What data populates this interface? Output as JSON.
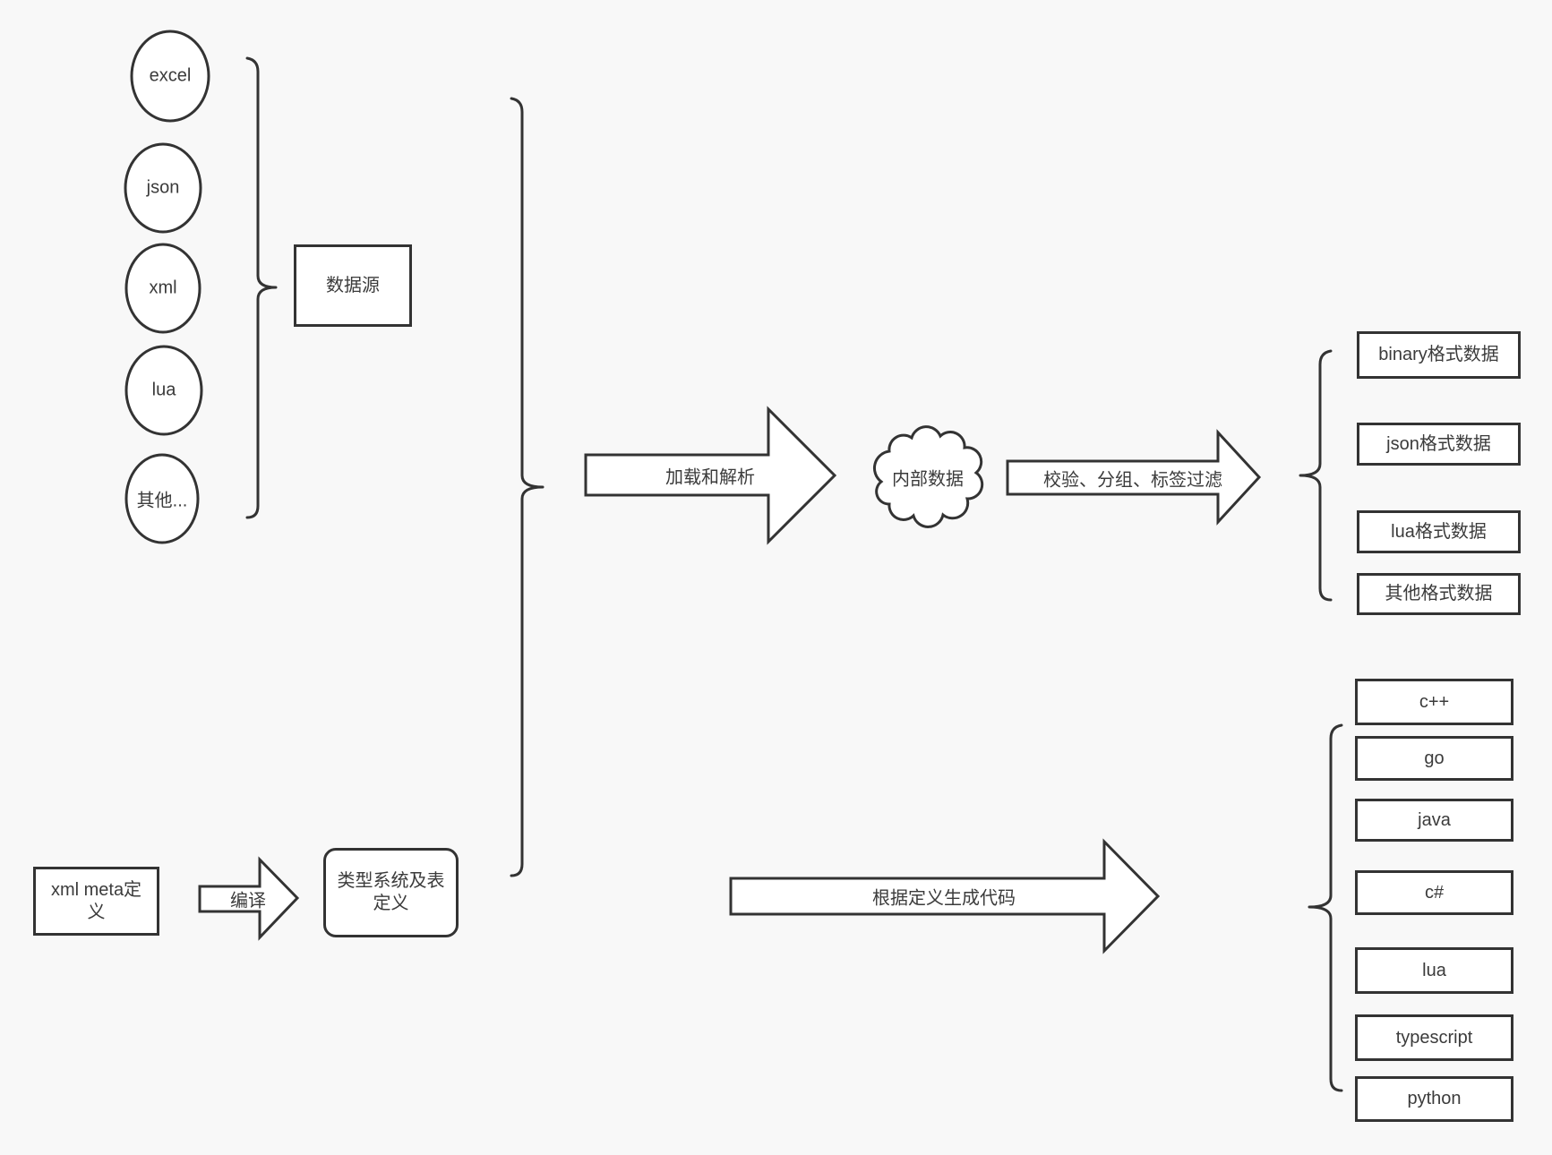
{
  "canvas": {
    "background": "#f8f8f8",
    "stroke_color": "#333333",
    "fill_color": "#ffffff"
  },
  "sources": {
    "nodes": [
      "excel",
      "json",
      "xml",
      "lua",
      "其他..."
    ],
    "group_box": "数据源"
  },
  "pipeline": {
    "load_arrow": "加载和解析",
    "internal_data_cloud": "内部数据",
    "filter_arrow": "校验、分组、标签过滤",
    "output_boxes": [
      "binary格式数据",
      "json格式数据",
      "lua格式数据",
      "其他格式数据"
    ]
  },
  "codegen": {
    "meta_box": "xml meta定义",
    "compile_arrow": "编译",
    "type_box": "类型系统及表定义",
    "generate_arrow": "根据定义生成代码",
    "language_boxes": [
      "c++",
      "go",
      "java",
      "c#",
      "lua",
      "typescript",
      "python"
    ]
  }
}
